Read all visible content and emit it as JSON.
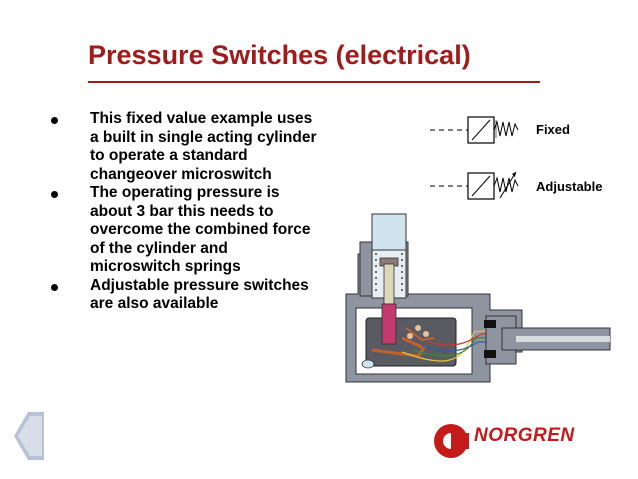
{
  "slide": {
    "title": "Pressure Switches (electrical)",
    "bullets": [
      "This fixed value example uses a built in single acting cylinder to operate a standard changeover microswitch",
      "The operating pressure is about 3 bar this needs to overcome the combined force of the cylinder and microswitch springs",
      "Adjustable pressure switches are also available"
    ]
  },
  "symbols": {
    "fixed_label": "Fixed",
    "adjustable_label": "Adjustable"
  },
  "brand": {
    "name": "NORGREN",
    "color": "#c41a1a"
  },
  "colors": {
    "title": "#a11b1b",
    "body_diagram": "#8a8f9a",
    "cylinder": "#c33a6e"
  },
  "icons": {
    "nav": "back-arrow-icon",
    "logo": "norgren-logo-icon"
  }
}
